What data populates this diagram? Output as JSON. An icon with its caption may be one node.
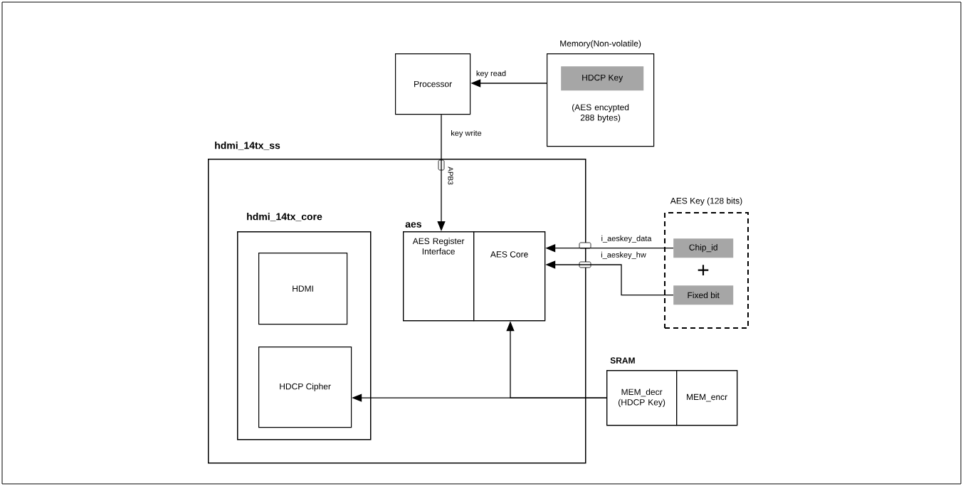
{
  "diagram": {
    "nodes": [
      {
        "text": [
          "Processor"
        ]
      },
      {
        "text": [
          "Memory(Non-volatile)",
          "(AES encypted 288 bytes)"
        ]
      },
      {
        "text": [
          "HDCP Key"
        ],
        "in": 1
      },
      {
        "text": [
          "hdmi_14tx_ss"
        ]
      },
      {
        "text": [
          "hdmi_14tx_core"
        ],
        "in": 3
      },
      {
        "text": [
          "HDMI"
        ],
        "in": 4
      },
      {
        "text": [
          "HDCP Cipher"
        ],
        "in": 4
      },
      {
        "text": [
          "aes"
        ],
        "in": 3
      },
      {
        "text": [
          "AES Register Interface"
        ],
        "in": 7
      },
      {
        "text": [
          "AES Core"
        ],
        "in": 7
      },
      {
        "text": [
          "AES Key (128 bits)"
        ]
      },
      {
        "text": [
          "Chip_id"
        ],
        "in": 10
      },
      {
        "text": [
          "Fixed bit"
        ],
        "in": 10
      },
      {
        "text": [
          "SRAM"
        ]
      },
      {
        "text": [
          "MEM_decr (HDCP Key)"
        ],
        "in": 13
      },
      {
        "text": [
          "MEM_encr"
        ],
        "in": 13
      }
    ],
    "edges": [
      {
        "from": 1,
        "to": 0,
        "arrow": "to",
        "label": "key read"
      },
      {
        "from": 0,
        "to": 8,
        "arrow": "to",
        "label": "key write"
      },
      {
        "from": 11,
        "to": 9,
        "arrow": "to",
        "label": "i_aeskey_data"
      },
      {
        "from": 12,
        "to": 9,
        "arrow": "to",
        "label": "i_aeskey_hw"
      },
      {
        "from": 14,
        "to": 6,
        "arrow": "to"
      },
      {
        "from": 14,
        "to": 9,
        "arrow": "to"
      }
    ],
    "labels": [
      "APB3",
      "+"
    ]
  }
}
